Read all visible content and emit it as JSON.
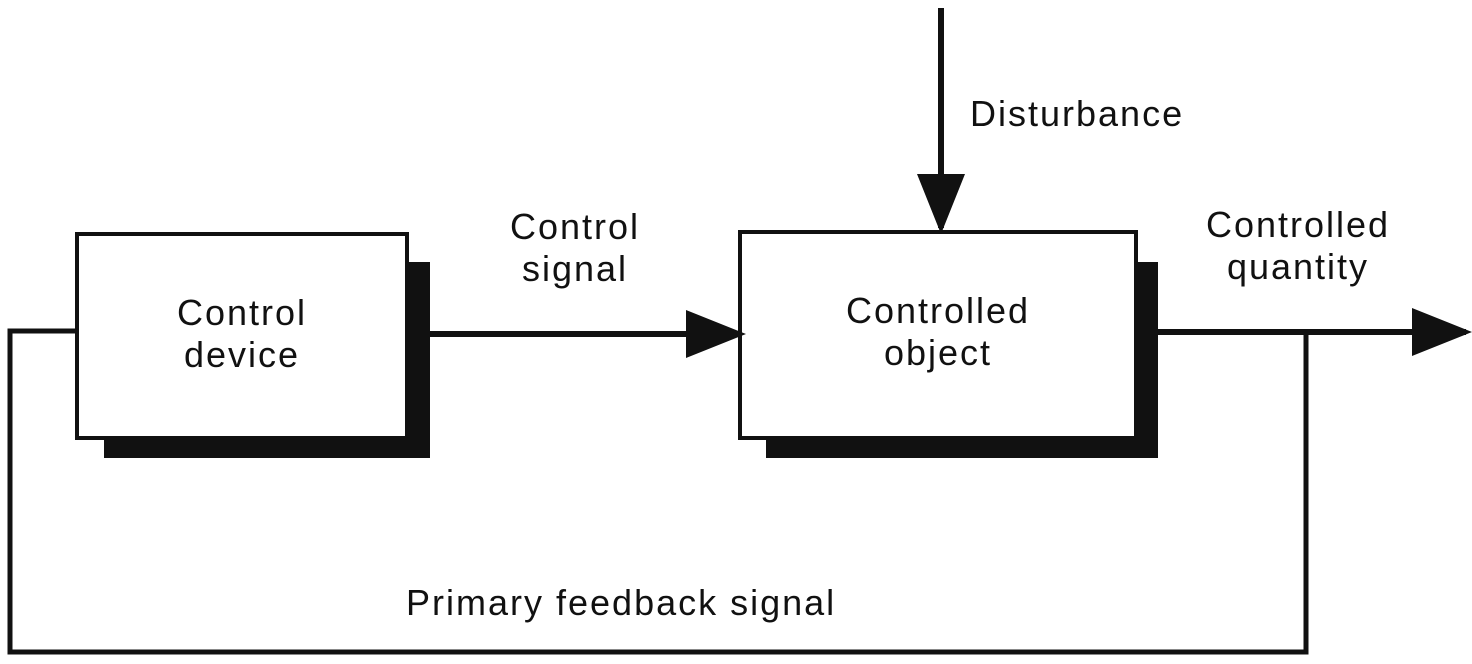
{
  "blocks": {
    "control_device": {
      "line1": "Control",
      "line2": "device"
    },
    "controlled_object": {
      "line1": "Controlled",
      "line2": "object"
    }
  },
  "signals": {
    "control_signal": {
      "line1": "Control",
      "line2": "signal"
    },
    "disturbance": "Disturbance",
    "controlled_quantity": {
      "line1": "Controlled",
      "line2": "quantity"
    },
    "feedback": "Primary feedback signal"
  },
  "colors": {
    "stroke": "#111111",
    "background": "#ffffff"
  }
}
